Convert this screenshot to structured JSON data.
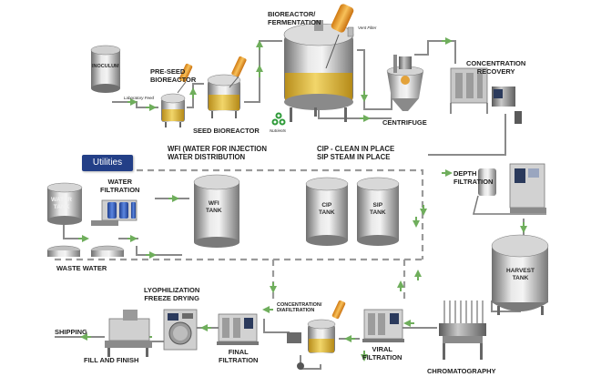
{
  "diagram": {
    "utilities_button": "Utilities",
    "labels": {
      "bioreactor": "BIOREACTOR/\nFERMENTATION",
      "vent_filter": "Vent Filter",
      "preseed": "PRE-SEED\nBIOREACTOR",
      "inoculum": "INOCULUM",
      "laboratory_feed": "Laboratory Feed",
      "seed_bioreactor": "SEED BIOREACTOR",
      "nutrients": "Nutrients",
      "centrifuge": "CENTRIFUGE",
      "concentration_recovery": "CONCENTRATION\nRECOVERY",
      "wfi_distribution": "WFI (WATER FOR INJECTION\nWATER DISTRIBUTION",
      "cip_sip": "CIP - CLEAN IN PLACE\nSIP STEAM IN PLACE",
      "depth_filtration": "DEPTH\nFILTRATION",
      "water_filtration": "WATER\nFILTRATION",
      "water_tank": "WATER\nTANK",
      "waste_water": "WASTE WATER",
      "wfi_tank": "WFI\nTANK",
      "cip_tank": "CIP\nTANK",
      "sip_tank": "SIP\nTANK",
      "harvest_tank": "HARVEST\nTANK",
      "lyophilization": "LYOPHILIZATION\nFREEZE DRYING",
      "concentration_diafiltration": "CONCENTRATION/\nDIAFILTRATION",
      "shipping": "SHIPPING",
      "fill_and_finish": "FILL AND FINISH",
      "final_filtration": "FINAL\nFILTRATION",
      "viral_filtration": "VIRAL\nFILTRATION",
      "chromatography": "CHROMATOGRAPHY"
    }
  },
  "colors": {
    "pipe": "#8a8a8a",
    "arrow": "#6fae5c",
    "dashed_border": "#9a9a9a",
    "tank_light": "#e6e6e6",
    "tank_dark": "#7d7d7d",
    "media_yellow": "#e3c24a",
    "pipette_orange": "#eea43a",
    "button_bg": "#233f87",
    "filter_blue": "#3c66c9",
    "nutrient_green": "#2f9b3a"
  }
}
